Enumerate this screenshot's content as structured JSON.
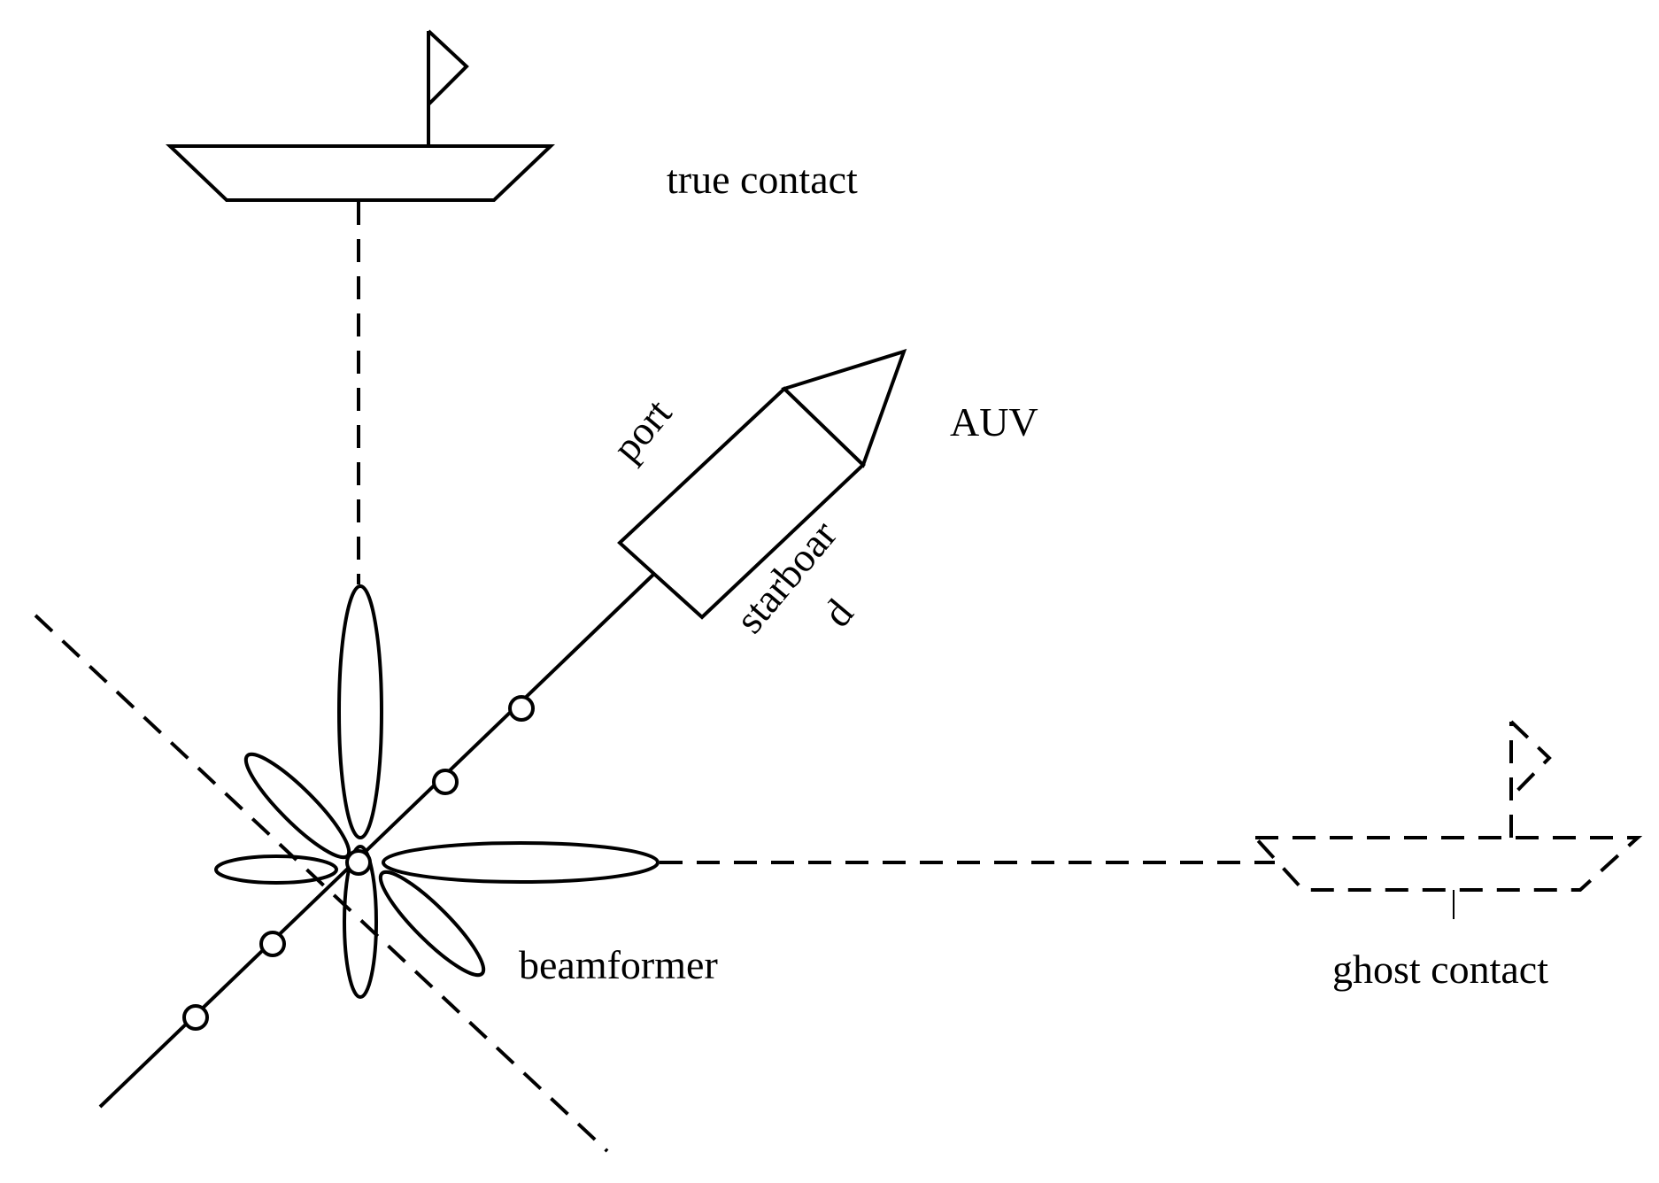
{
  "labels": {
    "true_contact": "true contact",
    "auv": "AUV",
    "port": "port",
    "starboard_line1": "starboar",
    "starboard_line2": "d",
    "beamformer": "beamformer",
    "ghost_contact": "ghost contact"
  },
  "colors": {
    "line": "#000000",
    "background": "#ffffff"
  }
}
